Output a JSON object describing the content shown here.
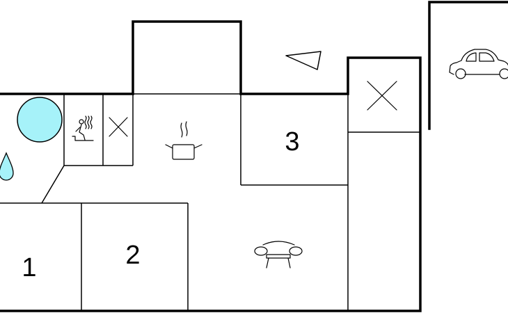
{
  "floorplan": {
    "rooms": [
      {
        "id": "bedroom-1",
        "label": "1"
      },
      {
        "id": "bedroom-2",
        "label": "2"
      },
      {
        "id": "bedroom-3",
        "label": "3"
      }
    ],
    "symbols": [
      "pool-icon",
      "water-drop-icon",
      "sauna-icon",
      "cross-icon",
      "kitchen-pot-icon",
      "sofa-icon",
      "north-arrow-icon",
      "car-icon"
    ],
    "colors": {
      "pool": "#a6f2f9",
      "walls": "#000000",
      "background": "#ffffff"
    }
  }
}
